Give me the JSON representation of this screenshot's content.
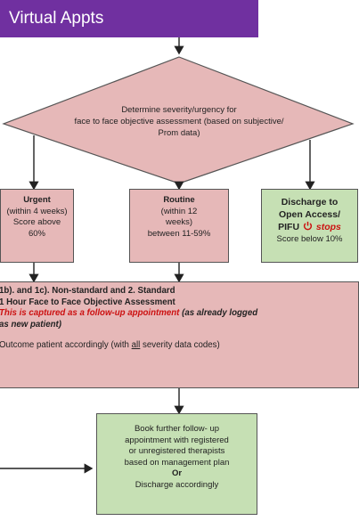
{
  "header": {
    "title": "Virtual Appts"
  },
  "decision": {
    "line1": "Determine severity/urgency for",
    "line2": "face to face objective assessment (based on subjective/",
    "line3": "Prom data)"
  },
  "urgent": {
    "title": "Urgent",
    "line1": "(within 4 weeks)",
    "line2": "Score above",
    "line3": "60%"
  },
  "routine": {
    "title": "Routine",
    "line1": "(within 12",
    "line2": "weeks)",
    "line3": "between 11-59%"
  },
  "discharge": {
    "title1": "Discharge to",
    "title2": "Open Access/",
    "pifu": "PIFU",
    "stops": "stops",
    "score": "Score below 10%"
  },
  "assessment": {
    "line1": "1b). and 1c). Non-standard and 2. Standard",
    "line2": "1 Hour Face to Face Objective Assessment",
    "red": "This is captured as a follow-up appointment",
    "paren1": "(as already logged",
    "paren2": "as new patient)",
    "outcome_pre": "Outcome patient accordingly (with",
    "outcome_all": "all",
    "outcome_post": "severity data codes)"
  },
  "followup": {
    "line1": "Book further follow- up",
    "line2": "appointment  with registered",
    "line3": "or unregistered therapists",
    "line4": "based on management plan",
    "or": "Or",
    "line5": "Discharge accordingly"
  }
}
